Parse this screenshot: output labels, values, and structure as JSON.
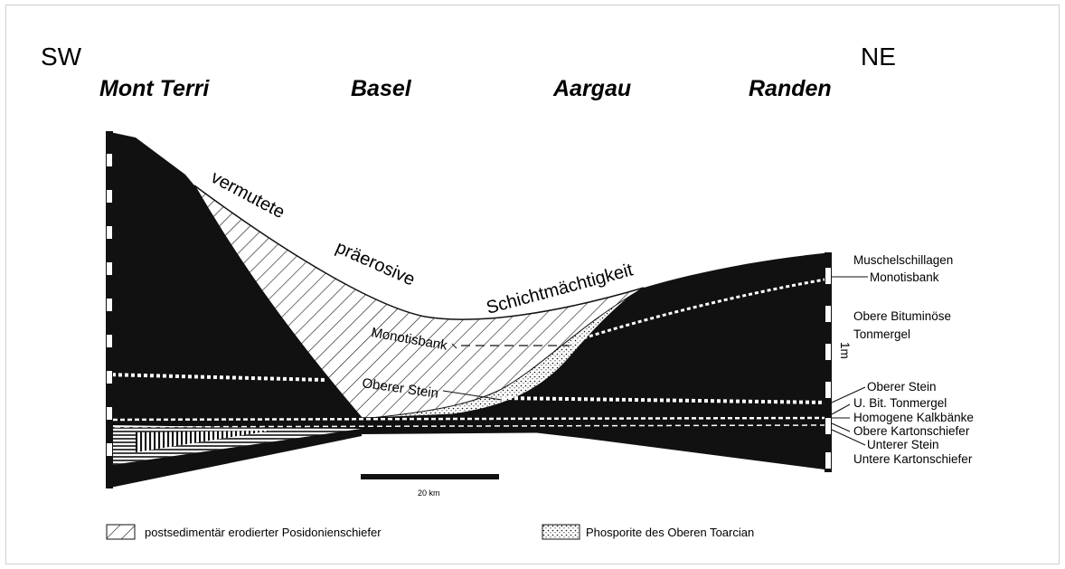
{
  "directions": {
    "left": "SW",
    "right": "NE"
  },
  "localities": [
    "Mont Terri",
    "Basel",
    "Aargau",
    "Randen"
  ],
  "annotations": {
    "vermutete": "vermutete",
    "praerosive": "präerosive",
    "schichtmaechtigkeit": "Schichtmächtigkeit",
    "monotisbank": "Monotisbank",
    "oberer_stein": "Oberer Stein"
  },
  "right_labels": [
    "Muschelschillagen",
    "Monotisbank",
    "Obere Bituminöse",
    "Tonmergel",
    "Oberer Stein",
    "U. Bit. Tonmergel",
    "Homogene Kalkbänke",
    "Obere Kartonschiefer",
    "Unterer Stein",
    "Untere Kartonschiefer"
  ],
  "scale_label": "1m",
  "scalebar_label": "20 km",
  "legend": {
    "hatch": "postsedimentär erodierter Posidonienschiefer",
    "dots": "Phosporite des Oberen Toarcian"
  },
  "colors": {
    "ink": "#111111",
    "paper": "#ffffff"
  }
}
